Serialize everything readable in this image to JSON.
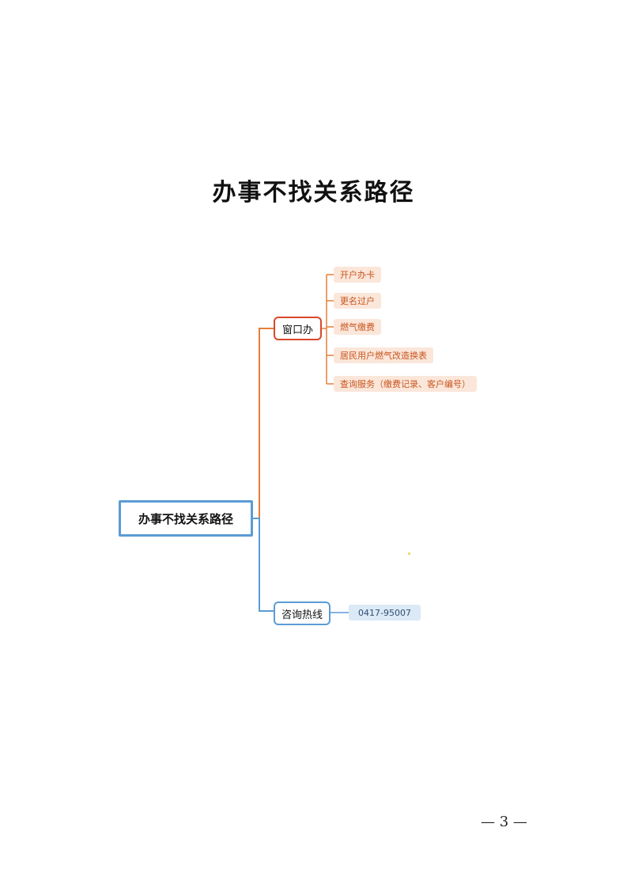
{
  "title": "办事不找关系路径",
  "mindmap": {
    "root": "办事不找关系路径",
    "branches": [
      {
        "label": "窗口办",
        "color": "#d9472b",
        "children": [
          "开户办卡",
          "更名过户",
          "燃气缴费",
          "居民用户燃气改造换表",
          "查询服务（缴费记录、客户编号）"
        ]
      },
      {
        "label": "咨询热线",
        "color": "#5b9bd5",
        "children": [
          "0417-95007"
        ]
      }
    ]
  },
  "colors": {
    "orange_line": "#e67e3a",
    "blue_line": "#5b9bd5",
    "leaf_fill": "#fbe6da",
    "leaf_text": "#c8561e"
  },
  "page_number": "— 3 —"
}
